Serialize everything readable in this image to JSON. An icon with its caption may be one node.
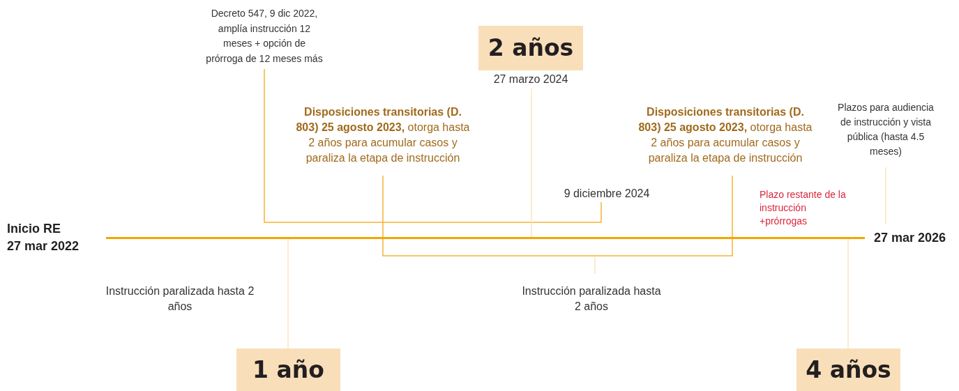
{
  "diagram": {
    "nodes": [
      {
        "text": [
          "Decreto 547, 9 dic 2022, amplía instrucción 12 meses + opción de prórroga de 12 meses más"
        ]
      },
      {
        "text": [
          "2 años",
          "27 marzo 2024"
        ]
      },
      {
        "text": [
          "**Disposiciones transitorias (D. 803) 25 agosto 2023,** otorga hasta 2 años para acumular casos y paraliza la etapa de instrucción"
        ]
      },
      {
        "text": [
          "9 diciembre 2024"
        ]
      },
      {
        "text": [
          "**Disposiciones transitorias (D. 803) 25 agosto 2023,** otorga hasta 2 años para acumular casos y paraliza la etapa de instrucción"
        ]
      },
      {
        "text": [
          "Plazos para audiencia de instrucción y vista pública (hasta 4.5 meses)"
        ]
      },
      {
        "text": [],
        "shape": "bar"
      },
      {
        "text": [
          "Instrucción paralizada hasta 2 años"
        ]
      },
      {
        "text": [
          "1 año"
        ]
      },
      {
        "text": [
          "4 años"
        ]
      }
    ],
    "edges": [
      {
        "from": 0,
        "to": 3,
        "arrow": "none",
        "color": "#f5b335"
      },
      {
        "from": 2,
        "to": 4,
        "arrow": "none",
        "color": "#f5b335"
      },
      {
        "from": 1,
        "to": 6,
        "arrow": "none"
      },
      {
        "from": 6,
        "to": 8,
        "arrow": "none"
      },
      {
        "from": 6,
        "to": 9,
        "arrow": "none"
      },
      {
        "from": 7,
        "to": null,
        "arrow": "none"
      },
      {
        "from": 5,
        "to": null,
        "arrow": "none"
      }
    ],
    "labels": [
      "Inicio RE",
      "27 mar 2022",
      "27 mar 2026",
      "Instrucción paralizada hasta 2 años",
      "Plazo restante de la instrucción +prórrogas"
    ]
  }
}
